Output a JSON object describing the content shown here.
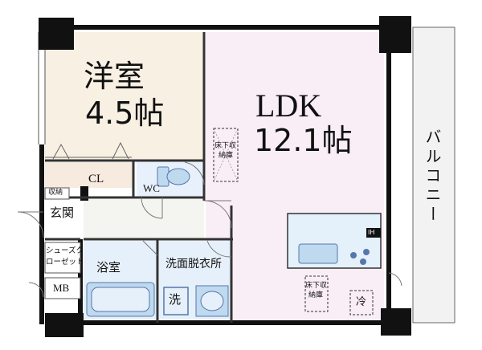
{
  "rooms": {
    "western": {
      "label": "洋室",
      "size": "4.5帖",
      "color": "#F7F0E3"
    },
    "ldk": {
      "label": "LDK",
      "size": "12.1帖",
      "color": "#F9EEF6"
    },
    "balcony": {
      "label": "バルコニー",
      "color": "#F2F2F2"
    },
    "closet": {
      "label": "CL",
      "color": "#F7EADF"
    },
    "wc": {
      "label": "WC",
      "color": "#E8F1FB"
    },
    "storage": {
      "label": "収納"
    },
    "entrance": {
      "label": "玄関"
    },
    "shoe_closet": {
      "label": "シューズクローゼット",
      "line1": "シューズク",
      "line2": "ローゼット"
    },
    "meter_box": {
      "label": "MB"
    },
    "bathroom": {
      "label": "浴室",
      "color": "#E6F0FA"
    },
    "washroom": {
      "label": "洗面脱衣所",
      "color": "#E6F0FA"
    }
  },
  "fixtures": {
    "underfloor_storage_1": {
      "line1": "床下収",
      "line2": "納庫"
    },
    "underfloor_storage_2": {
      "line1": "床下収",
      "line2": "納庫"
    },
    "washer": {
      "label": "洗"
    },
    "fridge": {
      "label": "冷"
    },
    "ih_label": {
      "label": "IH"
    }
  },
  "colors": {
    "wall": "#111111",
    "line": "#555555",
    "kitchen": "#E4F0FA",
    "fixture_blue": "#BFD9EF"
  }
}
